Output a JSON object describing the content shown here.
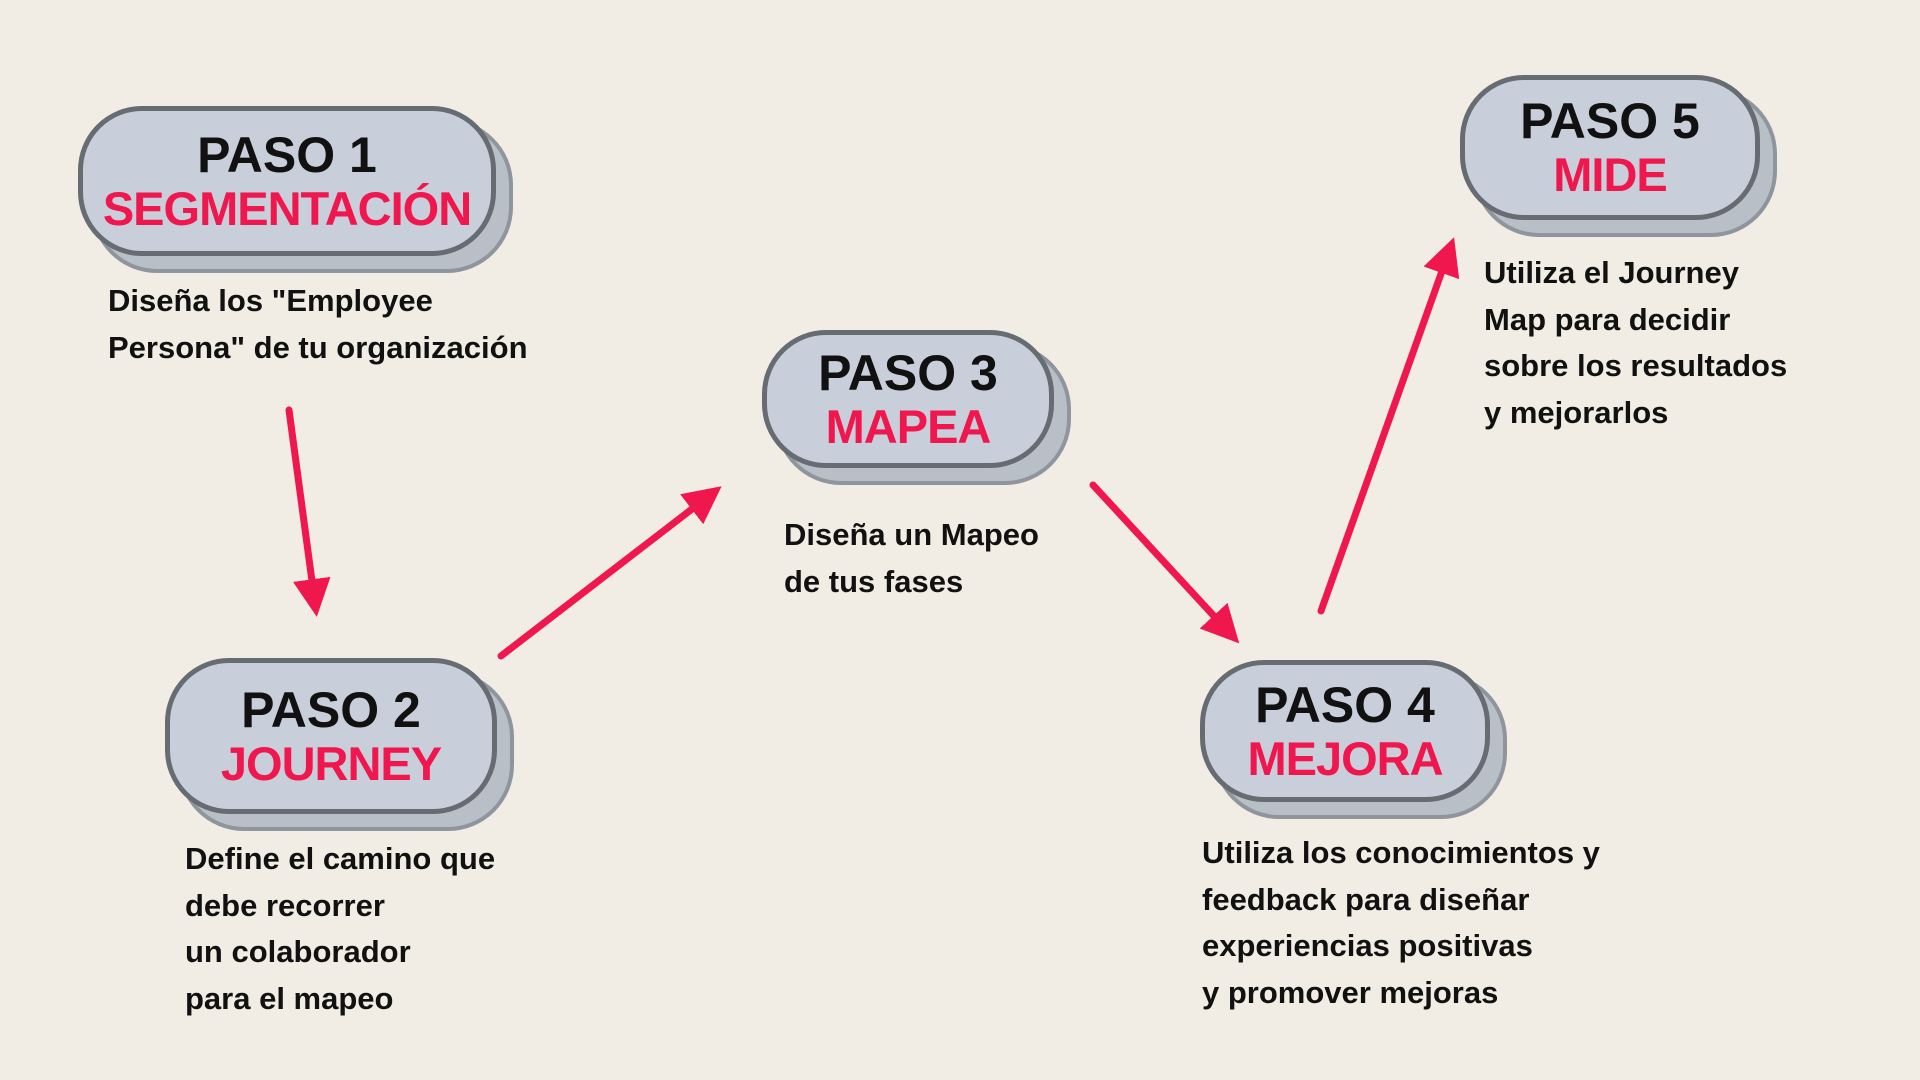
{
  "canvas": {
    "background_color": "#f1ede4",
    "accent_color": "#f0164e",
    "pill_fill_color": "#c9cfda",
    "pill_border_color": "#676c72",
    "pill_shadow_color": "#9aa1a8",
    "text_color": "#111111"
  },
  "steps": [
    {
      "number": "PASO 1",
      "keyword": "SEGMENTACIÓN",
      "description": "Diseña los \"Employee\nPersona\" de tu organización"
    },
    {
      "number": "PASO 2",
      "keyword": "JOURNEY",
      "description": "Define el camino que\ndebe recorrer\nun colaborador\npara el mapeo"
    },
    {
      "number": "PASO 3",
      "keyword": "MAPEA",
      "description": "Diseña un Mapeo\nde tus fases"
    },
    {
      "number": "PASO 4",
      "keyword": "MEJORA",
      "description": "Utiliza los conocimientos y\nfeedback para diseñar\nexperiencias positivas\ny promover mejoras"
    },
    {
      "number": "PASO 5",
      "keyword": "MIDE",
      "description": "Utiliza el Journey\nMap para decidir\nsobre los resultados\ny mejorarlos"
    }
  ],
  "flow": [
    {
      "from": "PASO 1",
      "to": "PASO 2"
    },
    {
      "from": "PASO 2",
      "to": "PASO 3"
    },
    {
      "from": "PASO 3",
      "to": "PASO 4"
    },
    {
      "from": "PASO 4",
      "to": "PASO 5"
    }
  ]
}
